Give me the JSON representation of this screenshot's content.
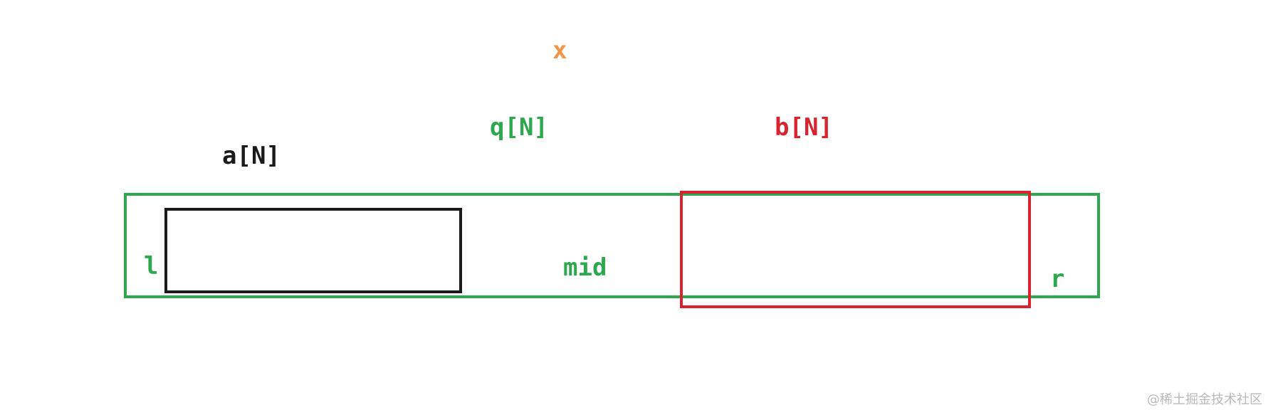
{
  "diagram": {
    "labels": {
      "x": "x",
      "q": "q[N]",
      "b": "b[N]",
      "a": "a[N]",
      "l": "l",
      "mid": "mid",
      "r": "r"
    },
    "watermark": "@稀土掘金技术社区"
  },
  "colors": {
    "green": "#2ea84f",
    "red": "#d9232e",
    "black": "#1a1a1a",
    "orange": "#f0964b",
    "watermark": "#b9b9b9",
    "background": "#ffffff"
  }
}
